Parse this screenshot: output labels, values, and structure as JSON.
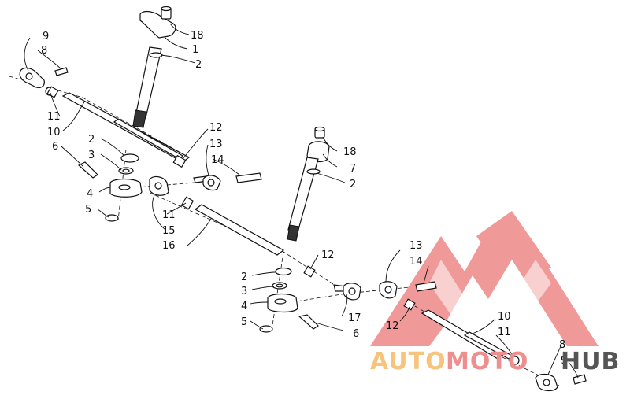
{
  "callouts": [
    {
      "id": "c1",
      "text": "9"
    },
    {
      "id": "c2",
      "text": "8"
    },
    {
      "id": "c3",
      "text": "11"
    },
    {
      "id": "c4",
      "text": "10"
    },
    {
      "id": "c5",
      "text": "6"
    },
    {
      "id": "c6",
      "text": "18"
    },
    {
      "id": "c7",
      "text": "1"
    },
    {
      "id": "c8",
      "text": "2"
    },
    {
      "id": "c9",
      "text": "2"
    },
    {
      "id": "c10",
      "text": "3"
    },
    {
      "id": "c11",
      "text": "4"
    },
    {
      "id": "c12",
      "text": "5"
    },
    {
      "id": "c13",
      "text": "12"
    },
    {
      "id": "c14",
      "text": "13"
    },
    {
      "id": "c15",
      "text": "14"
    },
    {
      "id": "c16",
      "text": "11"
    },
    {
      "id": "c17",
      "text": "15"
    },
    {
      "id": "c18",
      "text": "16"
    },
    {
      "id": "c19",
      "text": "18"
    },
    {
      "id": "c20",
      "text": "7"
    },
    {
      "id": "c21",
      "text": "2"
    },
    {
      "id": "c22",
      "text": "12"
    },
    {
      "id": "c23",
      "text": "2"
    },
    {
      "id": "c24",
      "text": "3"
    },
    {
      "id": "c25",
      "text": "4"
    },
    {
      "id": "c26",
      "text": "5"
    },
    {
      "id": "c27",
      "text": "17"
    },
    {
      "id": "c28",
      "text": "6"
    },
    {
      "id": "c29",
      "text": "13"
    },
    {
      "id": "c30",
      "text": "14"
    },
    {
      "id": "c31",
      "text": "12"
    },
    {
      "id": "c32",
      "text": "10"
    },
    {
      "id": "c33",
      "text": "11"
    },
    {
      "id": "c34",
      "text": "8"
    },
    {
      "id": "c35",
      "text": "9"
    }
  ],
  "watermark": {
    "word_auto": "AUTO",
    "word_moto": "MOTO",
    "word_hub": "HUB",
    "logo_color": "#ef8e8e",
    "auto_color": "#f6c47c",
    "hub_color": "#555555"
  }
}
